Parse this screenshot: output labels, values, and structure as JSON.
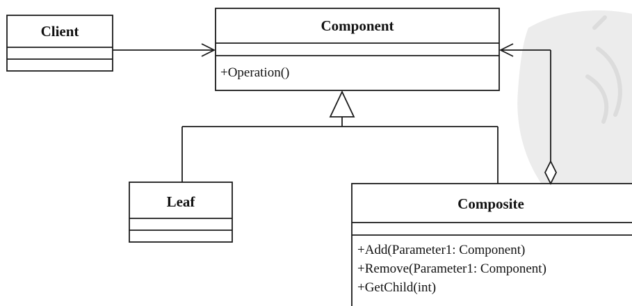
{
  "diagram": {
    "classes": {
      "client": {
        "name": "Client"
      },
      "component": {
        "name": "Component",
        "operations": [
          "+Operation()"
        ]
      },
      "leaf": {
        "name": "Leaf"
      },
      "composite": {
        "name": "Composite",
        "operations": [
          "+Add(Parameter1: Component)",
          "+Remove(Parameter1: Component)",
          "+GetChild(int)"
        ]
      }
    },
    "relations": [
      {
        "from": "Client",
        "to": "Component",
        "kind": "association"
      },
      {
        "from": "Leaf",
        "to": "Component",
        "kind": "generalization"
      },
      {
        "from": "Composite",
        "to": "Component",
        "kind": "generalization"
      },
      {
        "from": "Composite",
        "to": "Component",
        "kind": "aggregation"
      }
    ]
  }
}
